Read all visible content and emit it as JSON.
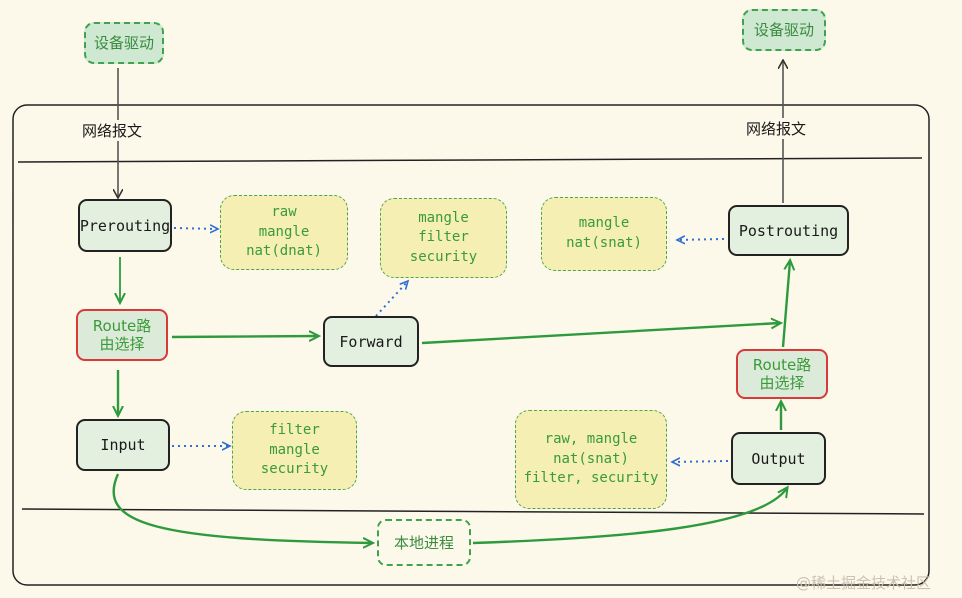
{
  "devices": {
    "in": "设备驱动",
    "out": "设备驱动"
  },
  "packet_labels": {
    "in": "网络报文",
    "out": "网络报文"
  },
  "hooks": {
    "prerouting": "Prerouting",
    "forward": "Forward",
    "input": "Input",
    "output": "Output",
    "postrouting": "Postrouting"
  },
  "routes": {
    "left": [
      "Route路",
      "由选择"
    ],
    "right": [
      "Route路",
      "由选择"
    ]
  },
  "tables": {
    "prerouting": [
      "raw",
      "mangle",
      "nat(dnat)"
    ],
    "forward": [
      "mangle",
      "filter",
      "security"
    ],
    "postrouting": [
      "mangle",
      "nat(snat)"
    ],
    "input": [
      "filter",
      "mangle",
      "security"
    ],
    "output": [
      "raw, mangle",
      "nat(snat)",
      "filter, security"
    ]
  },
  "local_process": "本地进程",
  "watermark": "@稀土掘金技术社区",
  "colors": {
    "background": "#fdf9ea",
    "green_arrow": "#2e9a3e",
    "blue_dotted": "#2f6fd1",
    "route_border": "#d83a3a",
    "table_fill": "#f6efb4"
  }
}
